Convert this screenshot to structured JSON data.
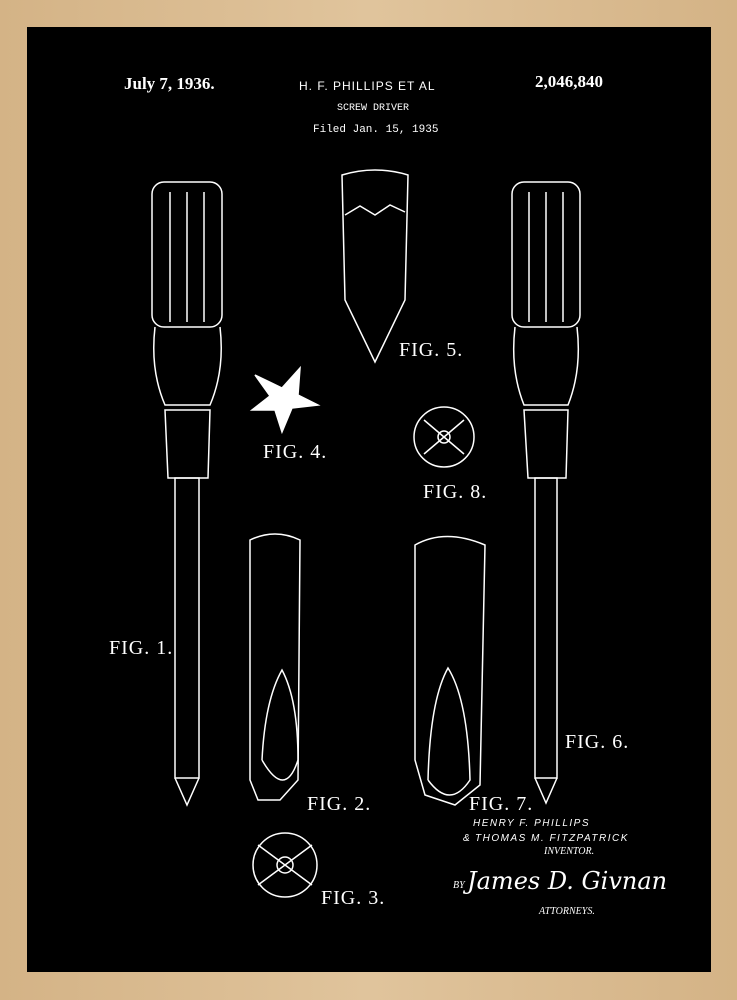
{
  "header": {
    "date": "July 7, 1936.",
    "inventors": "H. F. PHILLIPS ET AL",
    "title": "SCREW DRIVER",
    "filed": "Filed Jan. 15, 1935",
    "patent_number": "2,046,840"
  },
  "figures": [
    "FIG. 1.",
    "FIG. 2.",
    "FIG. 3.",
    "FIG. 4.",
    "FIG. 5.",
    "FIG. 6.",
    "FIG. 7.",
    "FIG. 8."
  ],
  "inventor_block": {
    "name1": "HENRY F. PHILLIPS",
    "and": "& ",
    "name2": "THOMAS M. FITZPATRICK",
    "role": "INVENTOR.",
    "by": "BY",
    "signature": "James D. Givnan",
    "attorneys": "ATTORNEYS."
  },
  "colors": {
    "frame": "#d8b88c",
    "background": "#000000",
    "ink": "#ffffff"
  }
}
